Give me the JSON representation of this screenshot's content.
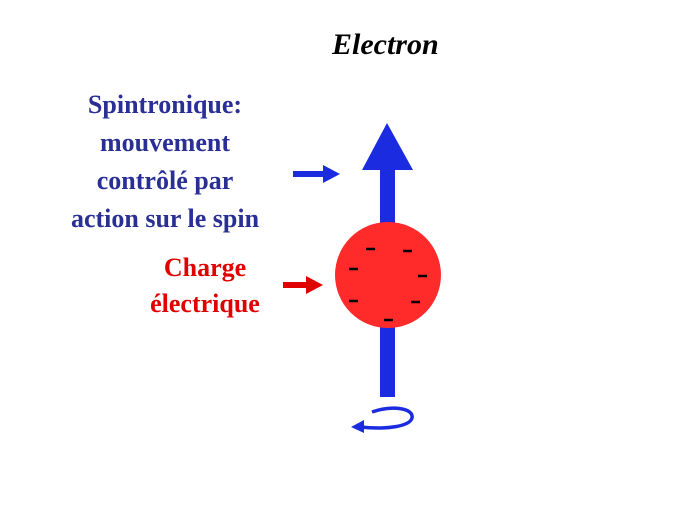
{
  "title": "Electron",
  "spin_label": {
    "lines": [
      "Spintronique:",
      "mouvement",
      "contrôlé par",
      "action sur le spin"
    ]
  },
  "charge_label": {
    "lines": [
      "Charge",
      "électrique"
    ]
  },
  "colors": {
    "spin_blue": "#1a2be0",
    "label_blue": "#2a2f96",
    "charge_red": "#e00000",
    "sphere_red": "#ff2a2a"
  },
  "icons": {
    "spin_axis": "up-arrow",
    "spin_pointer": "right-arrow",
    "charge_pointer": "right-arrow",
    "rotation": "circular-arrow",
    "charges": "minus-signs"
  }
}
